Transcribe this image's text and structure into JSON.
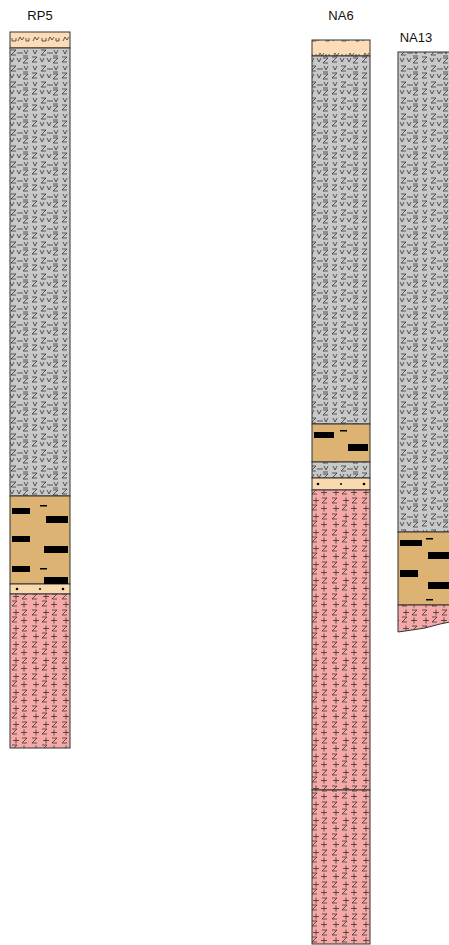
{
  "diagram": {
    "nodes": [
      {
        "text": [
          "RP5"
        ]
      },
      {
        "text": [
          "NA6"
        ]
      },
      {
        "text": [
          "NA13"
        ]
      }
    ]
  }
}
